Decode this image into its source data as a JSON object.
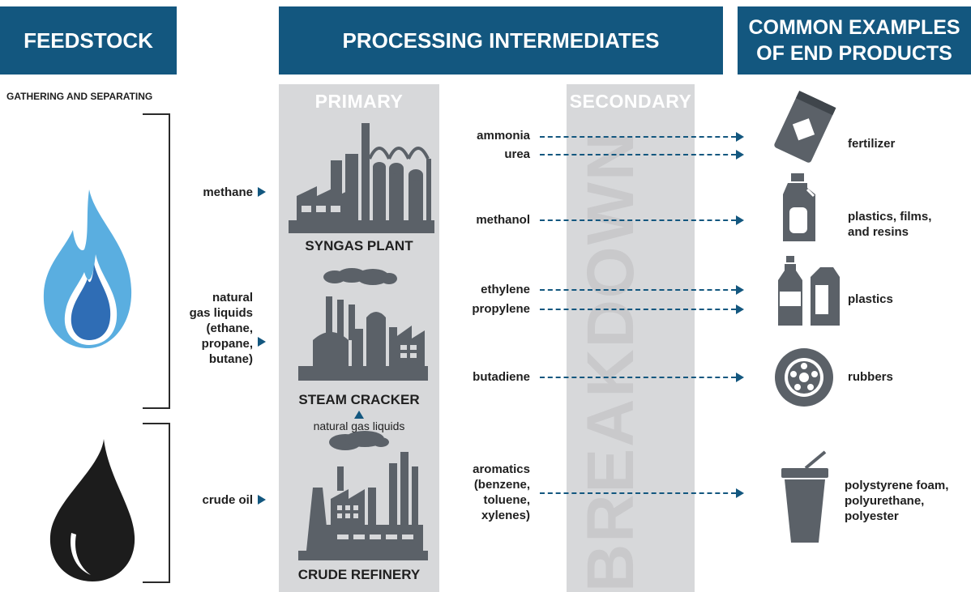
{
  "headers": {
    "feedstock": "FEEDSTOCK",
    "processing": "PROCESSING INTERMEDIATES",
    "end_products_line1": "COMMON EXAMPLES",
    "end_products_line2": "OF END PRODUCTS"
  },
  "gathering_label": "GATHERING AND SEPARATING",
  "columns": {
    "primary": "PRIMARY",
    "secondary": "SECONDARY",
    "breakdown": "BREAKDOWN"
  },
  "feedstock_inputs": {
    "methane": "methane",
    "ngl_line1": "natural",
    "ngl_line2": "gas liquids",
    "ngl_line3": "(ethane,",
    "ngl_line4": "propane,",
    "ngl_line5": "butane)",
    "crude": "crude oil"
  },
  "plants": {
    "syngas": "SYNGAS PLANT",
    "steam": "STEAM CRACKER",
    "refinery": "CRUDE REFINERY",
    "ngl_feed": "natural gas liquids"
  },
  "intermediates": {
    "ammonia": "ammonia",
    "urea": "urea",
    "methanol": "methanol",
    "ethylene": "ethylene",
    "propylene": "propylene",
    "butadiene": "butadiene",
    "aromatics_line1": "aromatics",
    "aromatics_line2": "(benzene,",
    "aromatics_line3": "toluene,",
    "aromatics_line4": "xylenes)"
  },
  "products": {
    "fertilizer": "fertilizer",
    "plastics_films_line1": "plastics, films,",
    "plastics_films_line2": "and resins",
    "plastics": "plastics",
    "rubbers": "rubbers",
    "foam_line1": "polystyrene foam,",
    "foam_line2": "polyurethane,",
    "foam_line3": "polyester"
  },
  "colors": {
    "header_blue": "#13577f",
    "band_gray": "#d7d8da",
    "icon_gray": "#5b6168",
    "flame_light": "#5aaee0",
    "flame_dark": "#2f6db5"
  },
  "icons": {
    "gas": "flame-icon",
    "oil": "oil-drop-icon",
    "syngas": "factory-icon",
    "steam": "cracker-icon",
    "refinery": "refinery-icon",
    "fertilizer": "fertilizer-bag-icon",
    "jug": "jug-icon",
    "bottles": "bottle-carton-icon",
    "tire": "tire-icon",
    "cup": "cup-icon"
  }
}
